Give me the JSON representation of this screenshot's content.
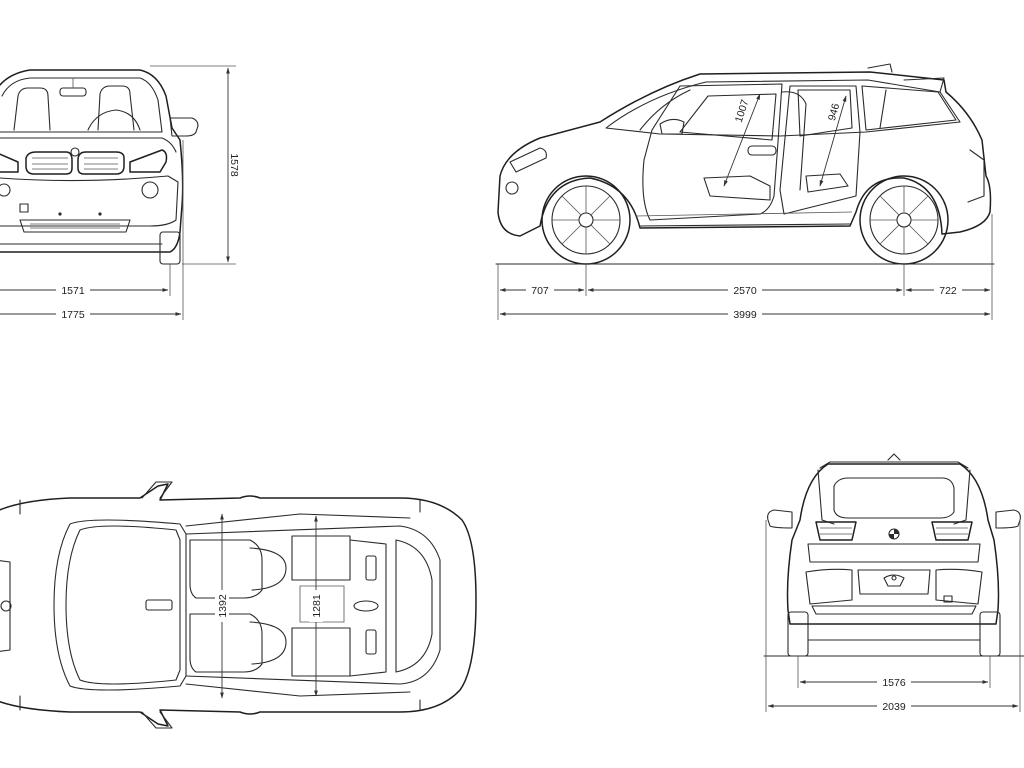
{
  "dimensions": {
    "front_height": "1578",
    "front_track": "1571",
    "front_width": "1775",
    "side_front_overhang": "707",
    "side_wheelbase": "2570",
    "side_rear_overhang": "722",
    "side_length": "3999",
    "side_front_door": "1007",
    "side_rear_door": "946",
    "top_front_cabin_width": "1392",
    "top_rear_cabin_width": "1281",
    "rear_track": "1576",
    "rear_width": "2039"
  },
  "colors": {
    "line": "#2b2b2b",
    "background": "#ffffff"
  }
}
